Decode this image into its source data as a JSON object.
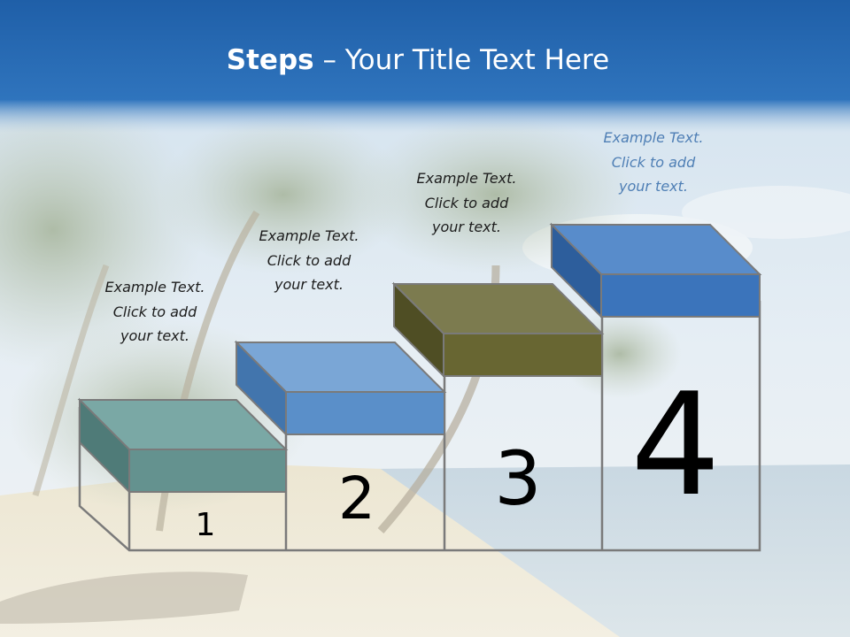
{
  "title": {
    "bold": "Steps",
    "rest": " – Your Title Text Here"
  },
  "steps": [
    {
      "number": "1",
      "text_lines": [
        "Example Text.",
        "Click  to add",
        "your text."
      ],
      "color_top": "#7aa8a5",
      "color_front": "#64928f",
      "color_side": "#4f7b78"
    },
    {
      "number": "2",
      "text_lines": [
        "Example Text.",
        "Click  to add",
        "your text."
      ],
      "color_top": "#7aa6d6",
      "color_front": "#5a8fc9",
      "color_side": "#4275ad"
    },
    {
      "number": "3",
      "text_lines": [
        "Example Text.",
        "Click  to add",
        "your text."
      ],
      "color_top": "#7c7b4f",
      "color_front": "#686632",
      "color_side": "#4f4e24"
    },
    {
      "number": "4",
      "text_lines": [
        "Example Text.",
        "Click  to add",
        "your text."
      ],
      "color_top": "#588ccb",
      "color_front": "#3b74bb",
      "color_side": "#2d5e9c"
    }
  ]
}
